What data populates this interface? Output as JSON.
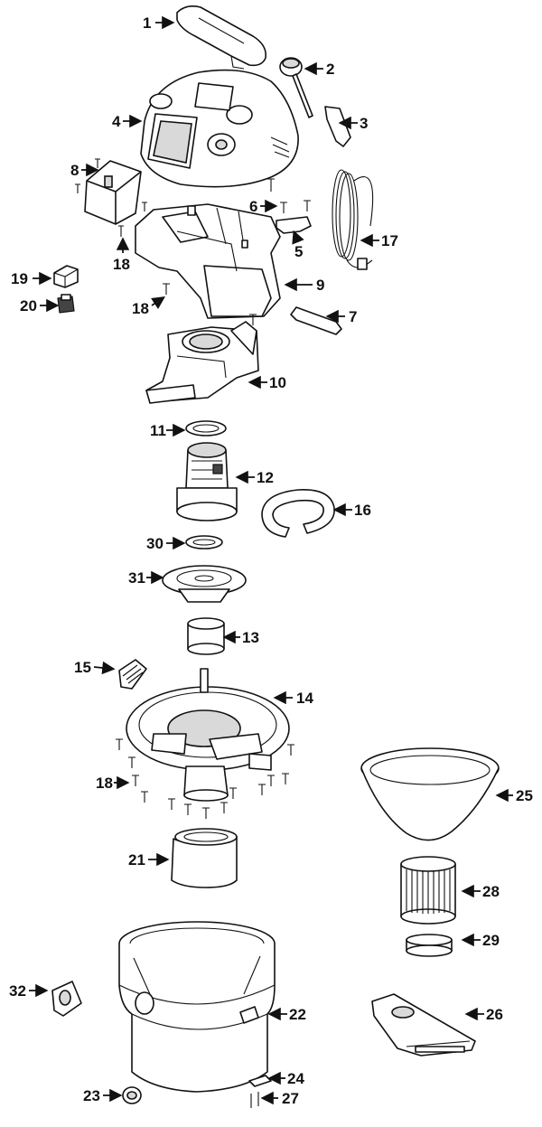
{
  "diagram": {
    "callouts": [
      {
        "id": "c1",
        "label": "1"
      },
      {
        "id": "c2",
        "label": "2"
      },
      {
        "id": "c3",
        "label": "3"
      },
      {
        "id": "c4",
        "label": "4"
      },
      {
        "id": "c5",
        "label": "5"
      },
      {
        "id": "c6",
        "label": "6"
      },
      {
        "id": "c7",
        "label": "7"
      },
      {
        "id": "c8",
        "label": "8"
      },
      {
        "id": "c9",
        "label": "9"
      },
      {
        "id": "c10",
        "label": "10"
      },
      {
        "id": "c11",
        "label": "11"
      },
      {
        "id": "c12",
        "label": "12"
      },
      {
        "id": "c13",
        "label": "13"
      },
      {
        "id": "c14",
        "label": "14"
      },
      {
        "id": "c15",
        "label": "15"
      },
      {
        "id": "c16",
        "label": "16"
      },
      {
        "id": "c17",
        "label": "17"
      },
      {
        "id": "c18a",
        "label": "18"
      },
      {
        "id": "c18b",
        "label": "18"
      },
      {
        "id": "c18c",
        "label": "18"
      },
      {
        "id": "c19",
        "label": "19"
      },
      {
        "id": "c20",
        "label": "20"
      },
      {
        "id": "c21",
        "label": "21"
      },
      {
        "id": "c22",
        "label": "22"
      },
      {
        "id": "c23",
        "label": "23"
      },
      {
        "id": "c24",
        "label": "24"
      },
      {
        "id": "c25",
        "label": "25"
      },
      {
        "id": "c26",
        "label": "26"
      },
      {
        "id": "c27",
        "label": "27"
      },
      {
        "id": "c28",
        "label": "28"
      },
      {
        "id": "c29",
        "label": "29"
      },
      {
        "id": "c30",
        "label": "30"
      },
      {
        "id": "c31",
        "label": "31"
      },
      {
        "id": "c32",
        "label": "32"
      }
    ]
  }
}
